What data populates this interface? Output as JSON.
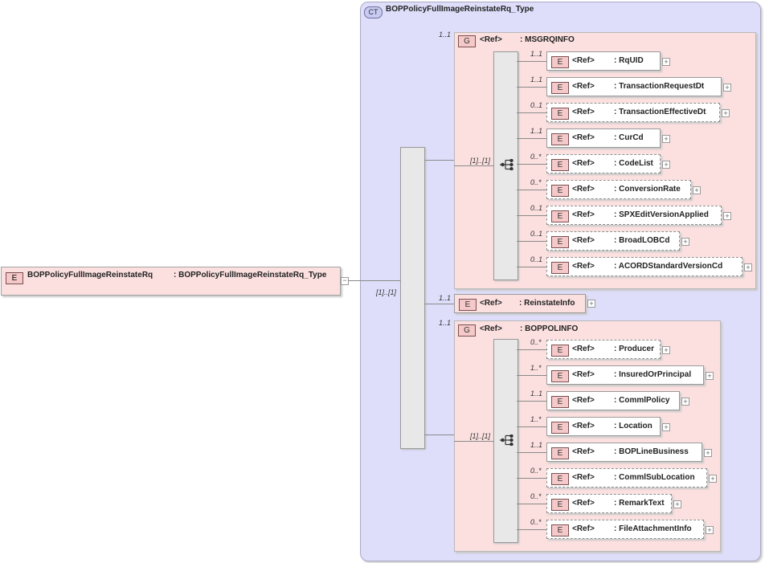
{
  "root": {
    "badge": "E",
    "name": "BOPPolicyFullImageReinstateRq",
    "type": ": BOPPolicyFullImageReinstateRq_Type",
    "collapse": "−"
  },
  "complex_type": {
    "badge": "CT",
    "name": "BOPPolicyFullImageReinstateRq_Type"
  },
  "main_sequence": {
    "cardinality": "[1]..[1]"
  },
  "msgrqinfo": {
    "badge": "G",
    "ref": "<Ref>",
    "name": ": MSGRQINFO",
    "cardinality": "1..1",
    "sequence_cardinality": "[1]..[1]",
    "elements": [
      {
        "card": "1..1",
        "ref": "<Ref>",
        "name": ": RqUID"
      },
      {
        "card": "1..1",
        "ref": "<Ref>",
        "name": ": TransactionRequestDt"
      },
      {
        "card": "0..1",
        "ref": "<Ref>",
        "name": ": TransactionEffectiveDt"
      },
      {
        "card": "1..1",
        "ref": "<Ref>",
        "name": ": CurCd"
      },
      {
        "card": "0..*",
        "ref": "<Ref>",
        "name": ": CodeList"
      },
      {
        "card": "0..*",
        "ref": "<Ref>",
        "name": ": ConversionRate"
      },
      {
        "card": "0..1",
        "ref": "<Ref>",
        "name": ": SPXEditVersionApplied"
      },
      {
        "card": "0..1",
        "ref": "<Ref>",
        "name": ": BroadLOBCd"
      },
      {
        "card": "0..1",
        "ref": "<Ref>",
        "name": ": ACORDStandardVersionCd"
      }
    ]
  },
  "reinstate": {
    "badge": "E",
    "card": "1..1",
    "ref": "<Ref>",
    "name": ": ReinstateInfo"
  },
  "boppolinfo": {
    "badge": "G",
    "ref": "<Ref>",
    "name": ": BOPPOLINFO",
    "cardinality": "1..1",
    "sequence_cardinality": "[1]..[1]",
    "elements": [
      {
        "card": "0..*",
        "ref": "<Ref>",
        "name": ": Producer"
      },
      {
        "card": "1..*",
        "ref": "<Ref>",
        "name": ": InsuredOrPrincipal"
      },
      {
        "card": "1..1",
        "ref": "<Ref>",
        "name": ": CommlPolicy"
      },
      {
        "card": "1..*",
        "ref": "<Ref>",
        "name": ": Location"
      },
      {
        "card": "1..1",
        "ref": "<Ref>",
        "name": ": BOPLineBusiness"
      },
      {
        "card": "0..*",
        "ref": "<Ref>",
        "name": ": CommlSubLocation"
      },
      {
        "card": "0..*",
        "ref": "<Ref>",
        "name": ": RemarkText"
      },
      {
        "card": "0..*",
        "ref": "<Ref>",
        "name": ": FileAttachmentInfo"
      }
    ]
  },
  "expand_symbol": "+",
  "element_badge": "E"
}
